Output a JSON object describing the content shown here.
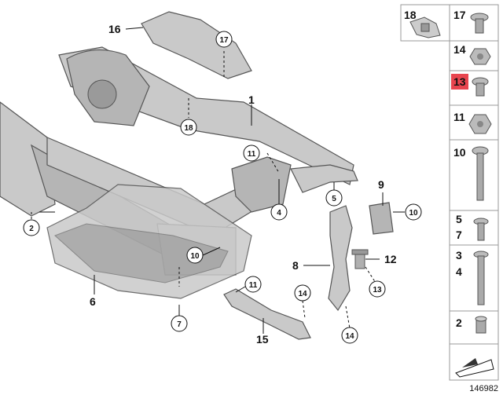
{
  "diagram": {
    "labels": {
      "l1": "1",
      "l2": "2",
      "l4": "4",
      "l5": "5",
      "l6": "6",
      "l7": "7",
      "l8": "8",
      "l9": "9",
      "l10a": "10",
      "l10b": "10",
      "l11a": "11",
      "l11b": "11",
      "l12": "12",
      "l13": "13",
      "l14a": "14",
      "l14b": "14",
      "l15": "15",
      "l16": "16",
      "l17": "17",
      "l18": "18"
    }
  },
  "parts_panel": {
    "rows": [
      {
        "id": "p18",
        "num": "18",
        "highlight": false
      },
      {
        "id": "p17",
        "num": "17",
        "highlight": false
      },
      {
        "id": "p14",
        "num": "14",
        "highlight": false
      },
      {
        "id": "p13",
        "num": "13",
        "highlight": true
      },
      {
        "id": "p11",
        "num": "11",
        "highlight": false
      },
      {
        "id": "p10",
        "num": "10",
        "highlight": false
      },
      {
        "id": "p5",
        "num": "5",
        "highlight": false
      },
      {
        "id": "p7",
        "num": "7",
        "highlight": false
      },
      {
        "id": "p3",
        "num": "3",
        "highlight": false
      },
      {
        "id": "p4",
        "num": "4",
        "highlight": false
      },
      {
        "id": "p2",
        "num": "2",
        "highlight": false
      }
    ],
    "highlight_color": "#e8454f"
  },
  "diagram_id": "146982"
}
